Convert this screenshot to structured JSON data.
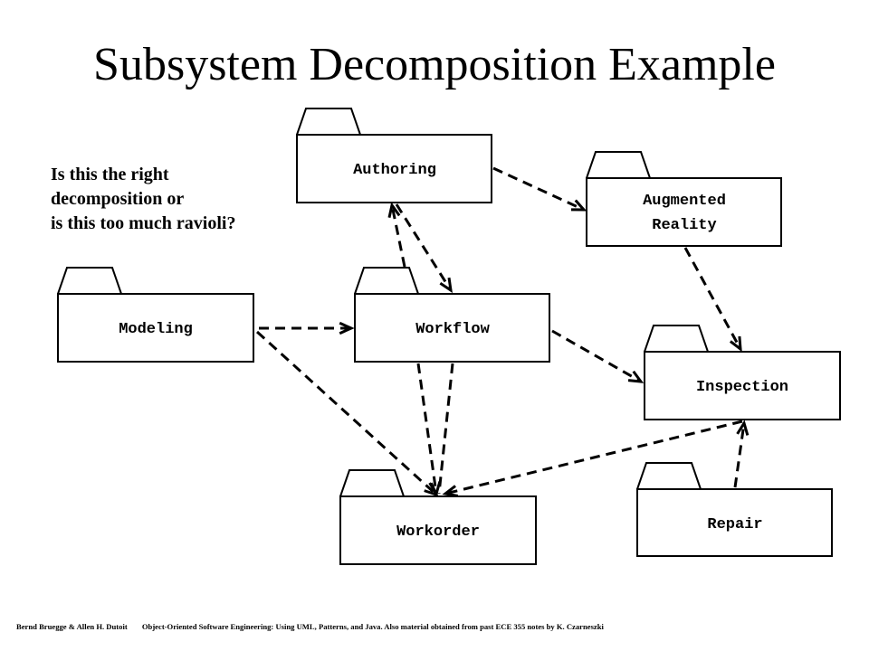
{
  "slide": {
    "title": "Subsystem Decomposition Example",
    "question": [
      "Is this the right",
      "decomposition or",
      "is this too much ravioli?"
    ],
    "footer": {
      "credit": "Bernd Bruegge & Allen H. Dutoit",
      "source": "Object-Oriented Software Engineering: Using UML, Patterns, and Java. Also material obtained from past ECE 355 notes by K. Czarneszki"
    }
  },
  "diagram": {
    "packages": {
      "authoring": [
        "Authoring"
      ],
      "augmented_reality": [
        "Augmented",
        "Reality"
      ],
      "modeling": [
        "Modeling"
      ],
      "workflow": [
        "Workflow"
      ],
      "inspection": [
        "Inspection"
      ],
      "workorder": [
        "Workorder"
      ],
      "repair": [
        "Repair"
      ]
    },
    "dependencies": [
      {
        "from": "authoring",
        "to": "augmented_reality"
      },
      {
        "from": "authoring",
        "to": "workflow"
      },
      {
        "from": "workflow",
        "to": "authoring"
      },
      {
        "from": "modeling",
        "to": "workflow"
      },
      {
        "from": "modeling",
        "to": "workorder"
      },
      {
        "from": "workflow",
        "to": "workorder"
      },
      {
        "from": "workflow",
        "to": "inspection"
      },
      {
        "from": "augmented_reality",
        "to": "inspection"
      },
      {
        "from": "inspection",
        "to": "workorder"
      },
      {
        "from": "repair",
        "to": "inspection"
      }
    ]
  }
}
